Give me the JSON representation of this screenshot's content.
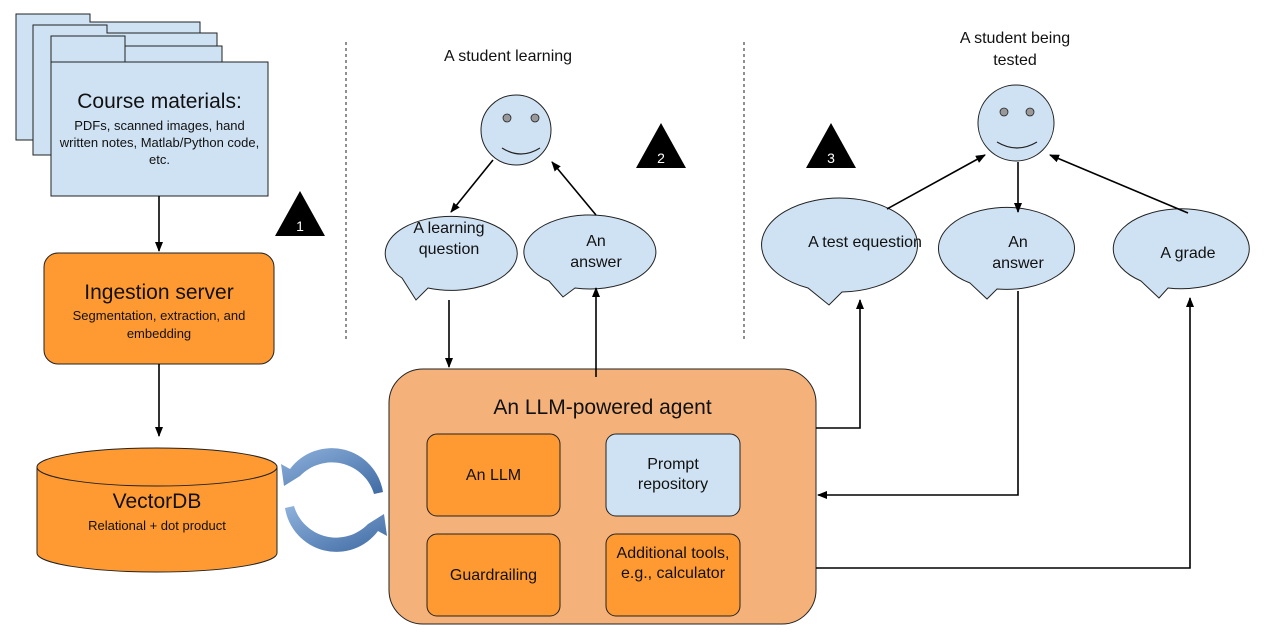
{
  "course_materials": {
    "title": "Course materials:",
    "description": "PDFs, scanned images, hand written notes, Matlab/Python code, etc."
  },
  "ingestion_server": {
    "title": "Ingestion server",
    "subtitle": "Segmentation, extraction, and embedding"
  },
  "vector_db": {
    "title": "VectorDB",
    "subtitle": "Relational + dot product"
  },
  "agent": {
    "title": "An LLM-powered agent",
    "components": {
      "llm": "An LLM",
      "prompt_repository": "Prompt repository",
      "guardrailing": "Guardrailing",
      "additional_tools": "Additional tools, e.g., calculator"
    }
  },
  "learning_section": {
    "student_label": "A student learning",
    "question": "A learning question",
    "answer": "An answer"
  },
  "testing_section": {
    "student_label": "A student being tested",
    "test_question": "A test equestion",
    "answer": "An answer",
    "grade": "A grade"
  },
  "markers": [
    "1",
    "2",
    "3"
  ],
  "colors": {
    "light_blue": "#cfe2f3",
    "orange": "#ff9a33",
    "agent_fill": "#f4b27a",
    "cycle_arrow": "#6c8ebf",
    "black": "#000000"
  }
}
